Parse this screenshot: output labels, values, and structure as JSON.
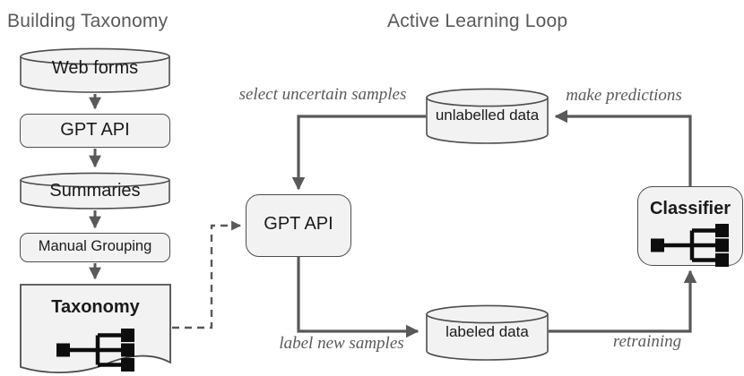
{
  "section_titles": {
    "building_taxonomy": "Building Taxonomy",
    "active_learning": "Active Learning Loop"
  },
  "building_taxonomy": {
    "web_forms_label": "Web forms",
    "gpt_api_label": "GPT API",
    "summaries_label": "Summaries",
    "manual_grouping_label": "Manual Grouping",
    "taxonomy_label": "Taxonomy"
  },
  "active_learning": {
    "unlabelled_data_label": "unlabelled data",
    "gpt_api_label": "GPT API",
    "labeled_data_label": "labeled data",
    "classifier_label": "Classifier",
    "edge_labels": {
      "select_uncertain_samples": "select uncertain samples",
      "make_predictions": "make predictions",
      "label_new_samples": "label new samples",
      "retraining": "retraining"
    }
  },
  "colors": {
    "node_fill": "#f2f2f2",
    "node_stroke": "#4d4d4d",
    "arrow": "#595959",
    "heading_text": "#595959",
    "node_text": "#1a1a1a",
    "edge_label_text": "#5a5a5a",
    "icon_black": "#0d0d0d"
  }
}
